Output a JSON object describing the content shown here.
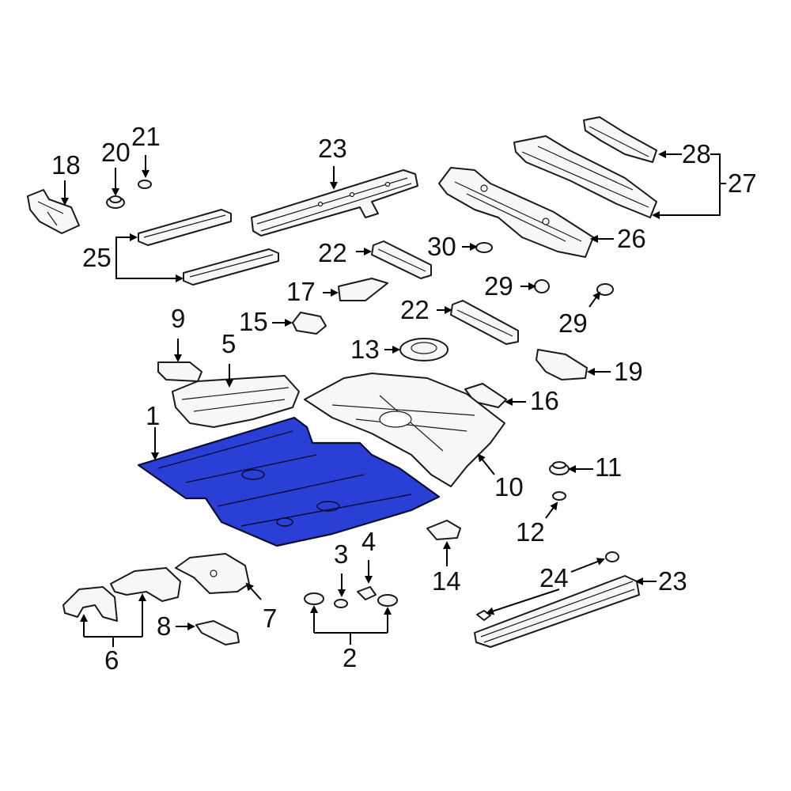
{
  "diagram": {
    "highlight_color": "#2a3fd6",
    "line_color": "#000000",
    "callouts": [
      {
        "id": "c1",
        "text": "1"
      },
      {
        "id": "c2",
        "text": "2"
      },
      {
        "id": "c3",
        "text": "3"
      },
      {
        "id": "c4",
        "text": "4"
      },
      {
        "id": "c5",
        "text": "5"
      },
      {
        "id": "c6",
        "text": "6"
      },
      {
        "id": "c7",
        "text": "7"
      },
      {
        "id": "c8",
        "text": "8"
      },
      {
        "id": "c9",
        "text": "9"
      },
      {
        "id": "c10",
        "text": "10"
      },
      {
        "id": "c11",
        "text": "11"
      },
      {
        "id": "c12",
        "text": "12"
      },
      {
        "id": "c13",
        "text": "13"
      },
      {
        "id": "c14",
        "text": "14"
      },
      {
        "id": "c15",
        "text": "15"
      },
      {
        "id": "c16",
        "text": "16"
      },
      {
        "id": "c17",
        "text": "17"
      },
      {
        "id": "c18",
        "text": "18"
      },
      {
        "id": "c19",
        "text": "19"
      },
      {
        "id": "c20",
        "text": "20"
      },
      {
        "id": "c21",
        "text": "21"
      },
      {
        "id": "c22a",
        "text": "22"
      },
      {
        "id": "c22b",
        "text": "22"
      },
      {
        "id": "c23a",
        "text": "23"
      },
      {
        "id": "c23b",
        "text": "23"
      },
      {
        "id": "c24",
        "text": "24"
      },
      {
        "id": "c25",
        "text": "25"
      },
      {
        "id": "c26",
        "text": "26"
      },
      {
        "id": "c27",
        "text": "27"
      },
      {
        "id": "c28",
        "text": "28"
      },
      {
        "id": "c29a",
        "text": "29"
      },
      {
        "id": "c29b",
        "text": "29"
      },
      {
        "id": "c30",
        "text": "30"
      }
    ]
  }
}
